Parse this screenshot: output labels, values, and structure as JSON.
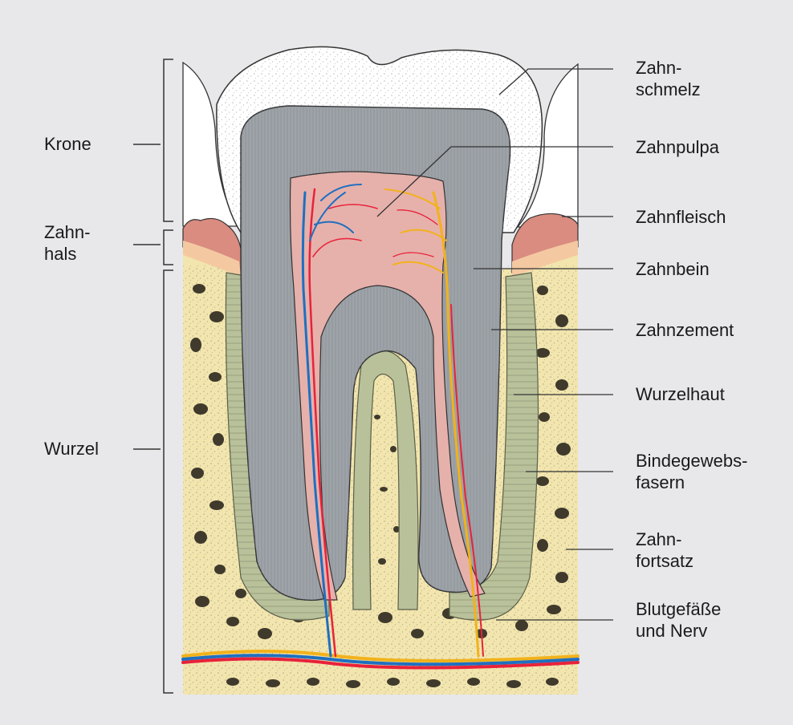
{
  "left_labels": {
    "crown": "Krone",
    "neck_line1": "Zahn-",
    "neck_line2": "hals",
    "root": "Wurzel"
  },
  "right_labels": {
    "enamel_line1": "Zahn-",
    "enamel_line2": "schmelz",
    "pulp": "Zahnpulpa",
    "gum": "Zahnfleisch",
    "dentin": "Zahnbein",
    "cementum": "Zahnzement",
    "periodontium": "Wurzelhaut",
    "fibers_line1": "Bindegewebs-",
    "fibers_line2": "fasern",
    "alveolar_line1": "Zahn-",
    "alveolar_line2": "fortsatz",
    "vessels_line1": "Blutgefäße",
    "vessels_line2": "und Nerv"
  },
  "colors": {
    "background": "#e8e8ea",
    "bone": "#f2e5ad",
    "dentin": "#9ea3a8",
    "enamel": "#ffffff",
    "pulp": "#e6b1ab",
    "gum": "#d98c7f",
    "periodontal": "#b9c19b",
    "artery": "#e8223a",
    "vein": "#1f6fc0",
    "nerve": "#f2b21b"
  }
}
